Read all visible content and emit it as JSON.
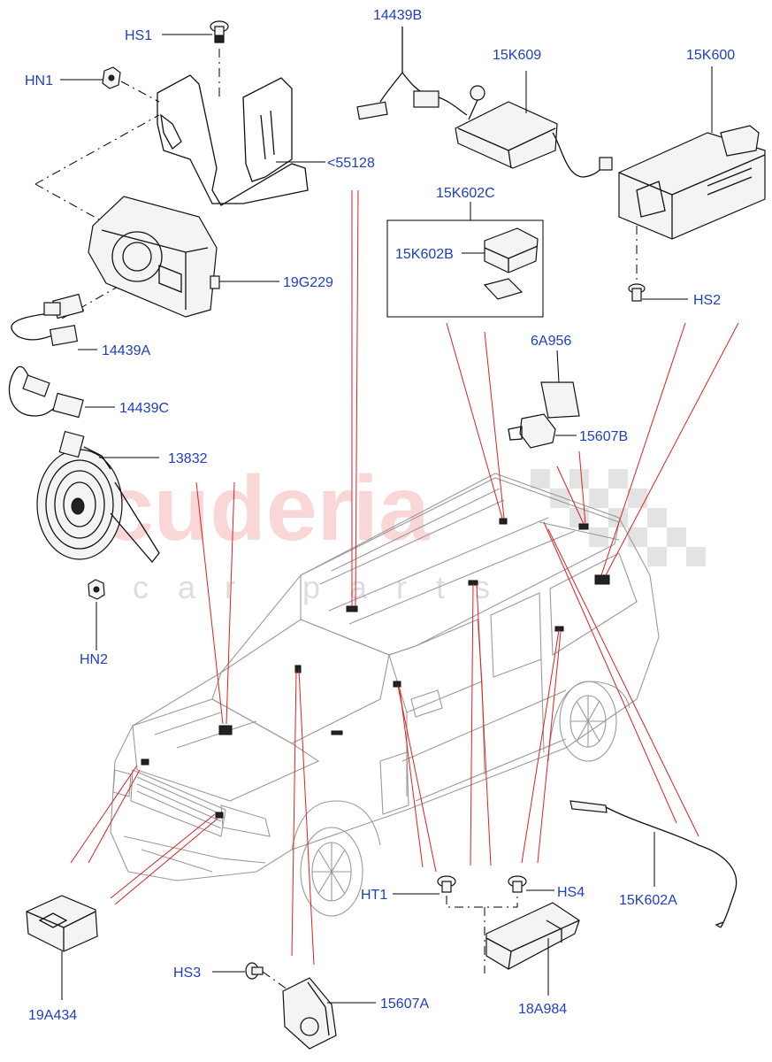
{
  "watermark": {
    "main": "scuderia",
    "sub": "car parts"
  },
  "callouts": [
    {
      "id": "hs1",
      "text": "HS1"
    },
    {
      "id": "hn1",
      "text": "HN1"
    },
    {
      "id": "14439b",
      "text": "14439B"
    },
    {
      "id": "15k609",
      "text": "15K609"
    },
    {
      "id": "15k600",
      "text": "15K600"
    },
    {
      "id": "55128",
      "text": "<55128"
    },
    {
      "id": "15k602c",
      "text": "15K602C"
    },
    {
      "id": "15k602b",
      "text": "15K602B"
    },
    {
      "id": "19g229",
      "text": "19G229"
    },
    {
      "id": "hs2",
      "text": "HS2"
    },
    {
      "id": "14439a",
      "text": "14439A"
    },
    {
      "id": "6a956",
      "text": "6A956"
    },
    {
      "id": "14439c",
      "text": "14439C"
    },
    {
      "id": "15607b",
      "text": "15607B"
    },
    {
      "id": "13832",
      "text": "13832"
    },
    {
      "id": "hn2",
      "text": "HN2"
    },
    {
      "id": "ht1",
      "text": "HT1"
    },
    {
      "id": "hs4",
      "text": "HS4"
    },
    {
      "id": "15k602a",
      "text": "15K602A"
    },
    {
      "id": "hs3",
      "text": "HS3"
    },
    {
      "id": "15607a",
      "text": "15607A"
    },
    {
      "id": "19a434",
      "text": "19A434"
    },
    {
      "id": "18a984",
      "text": "18A984"
    }
  ],
  "colors": {
    "callout": "#1f3fbf",
    "leader": "#000000",
    "location_line": "#e02020",
    "car_outline": "#9a9a9a"
  }
}
